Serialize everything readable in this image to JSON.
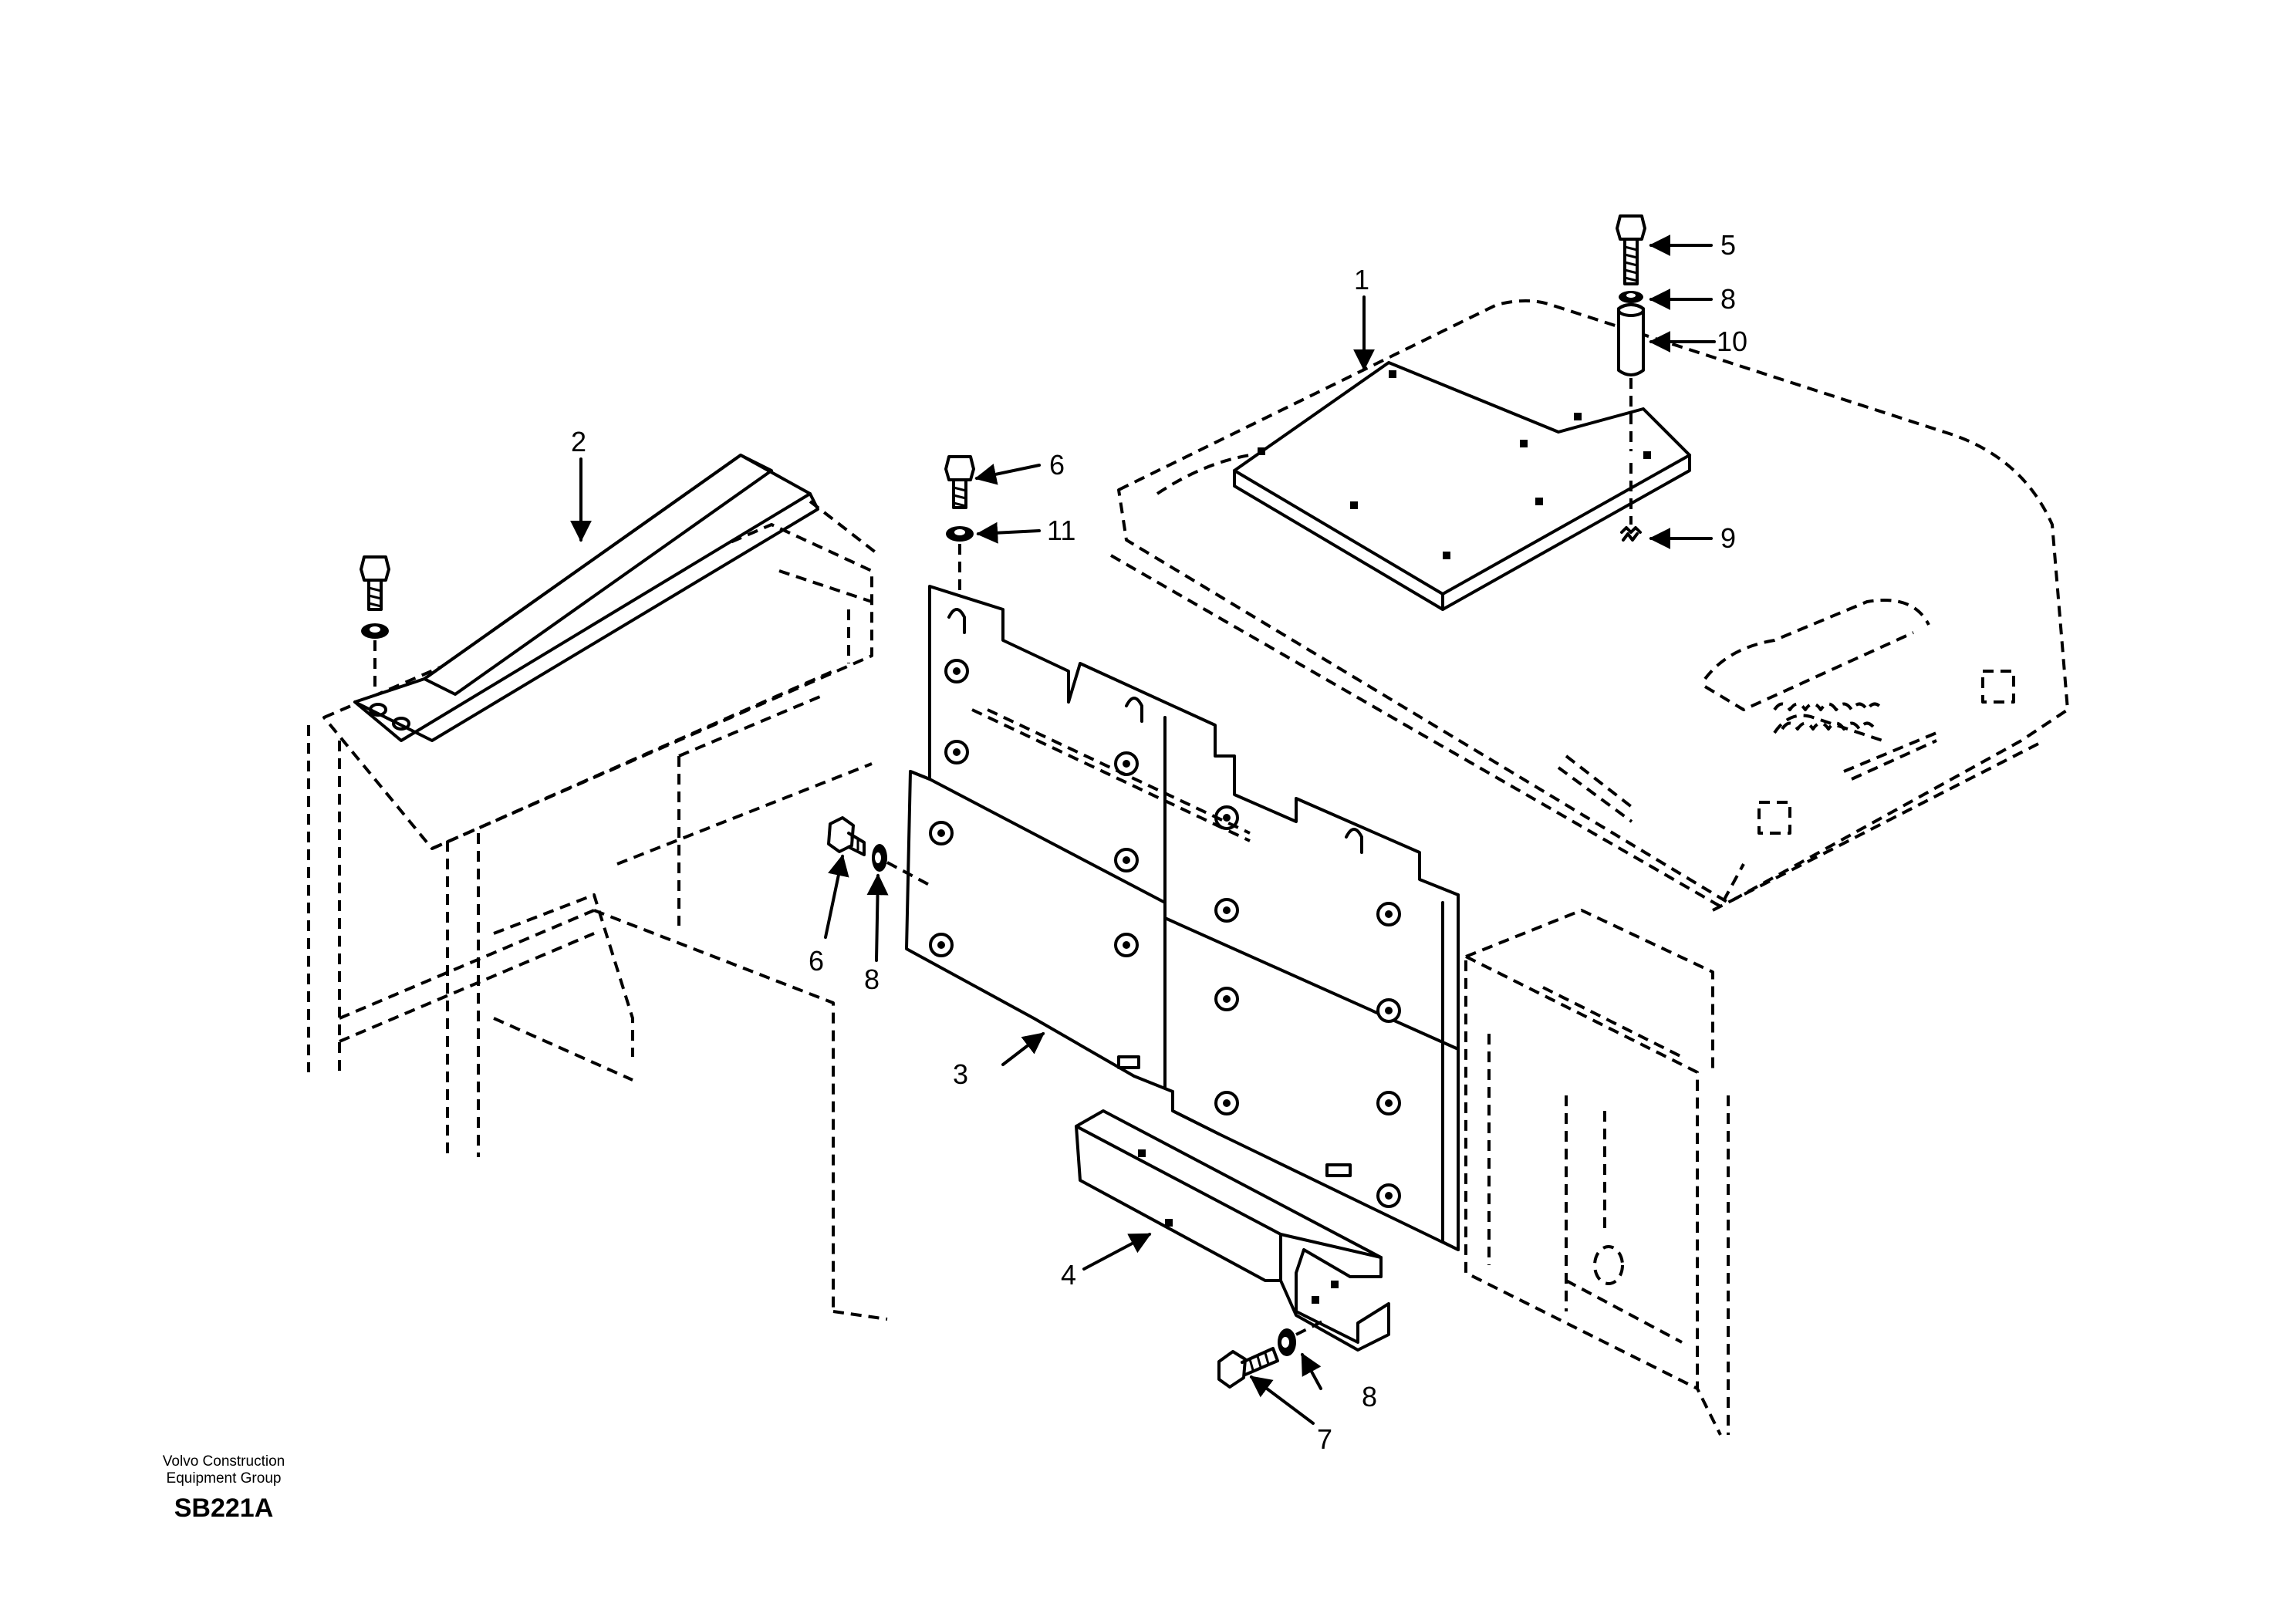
{
  "callouts": {
    "c1": "1",
    "c2": "2",
    "c3": "3",
    "c4": "4",
    "c5": "5",
    "c6a": "6",
    "c6b": "6",
    "c7": "7",
    "c8a": "8",
    "c8b": "8",
    "c8c": "8",
    "c9": "9",
    "c10": "10",
    "c11": "11"
  },
  "footer": {
    "company_line1": "Volvo Construction",
    "company_line2": "Equipment Group",
    "drawing_code": "SB221A"
  }
}
